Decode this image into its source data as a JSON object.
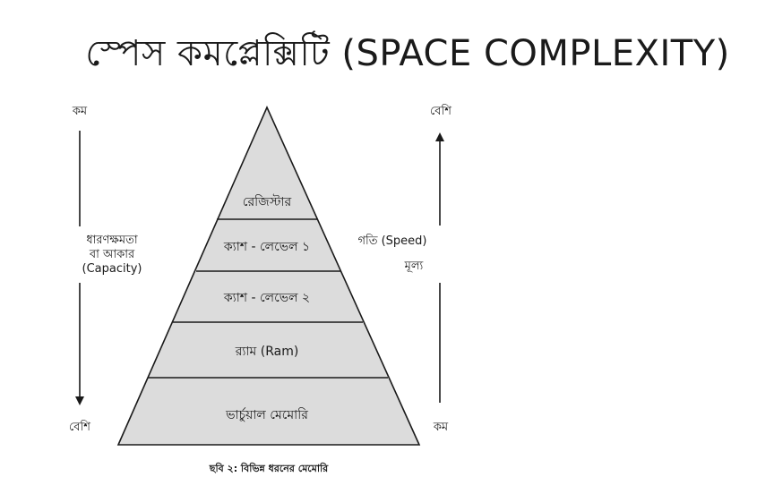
{
  "title": "স্পেস কমপ্লেক্সিটি (SPACE COMPLEXITY)",
  "left_axis": {
    "top_label": "কম",
    "bottom_label": "বেশি",
    "label_lines": [
      "ধারণক্ষমতা",
      "বা আকার",
      "(Capacity)"
    ]
  },
  "right_axis": {
    "top_label": "বেশি",
    "bottom_label": "কম",
    "label_lines": [
      "গতি (Speed)",
      "মূল্য"
    ]
  },
  "pyramid": {
    "layers": [
      {
        "label": "রেজিস্টার"
      },
      {
        "label": "ক্যাশ - লেভেল ১"
      },
      {
        "label": "ক্যাশ - লেভেল ২"
      },
      {
        "label": "র‍্যাম (Ram)"
      },
      {
        "label": "ভার্চুয়াল মেমোরি"
      }
    ],
    "fill_color": "#dcdcdc",
    "stroke_color": "#1a1a1a"
  },
  "caption": "ছবি ২: বিভিন্ন ধরনের মেমোরি"
}
